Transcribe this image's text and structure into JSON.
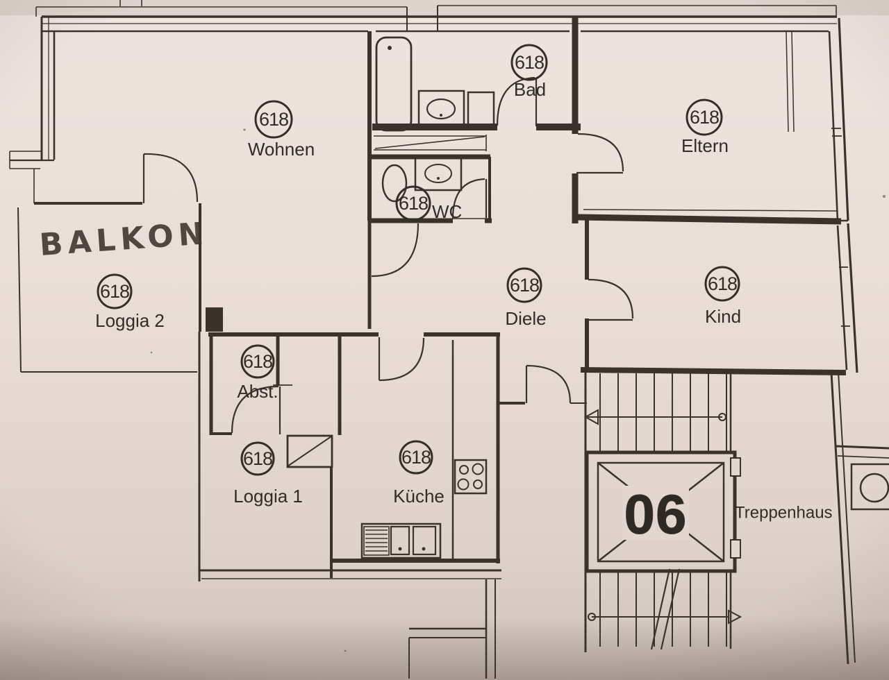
{
  "document": {
    "kind": "Scanned apartment floor plan",
    "unit_number": "618",
    "paper_color": "#e9ddd6",
    "ink_color": "#3a322b"
  },
  "rooms": [
    {
      "key": "wohnen",
      "number": "618",
      "label": "Wohnen"
    },
    {
      "key": "bad",
      "number": "618",
      "label": "Bad"
    },
    {
      "key": "eltern",
      "number": "618",
      "label": "Eltern"
    },
    {
      "key": "wc",
      "number": "618",
      "label": "WC"
    },
    {
      "key": "loggia2",
      "number": "618",
      "label": "Loggia 2"
    },
    {
      "key": "diele",
      "number": "618",
      "label": "Diele"
    },
    {
      "key": "kind",
      "number": "618",
      "label": "Kind"
    },
    {
      "key": "abst",
      "number": "618",
      "label": "Abst."
    },
    {
      "key": "loggia1",
      "number": "618",
      "label": "Loggia 1"
    },
    {
      "key": "kueche",
      "number": "618",
      "label": "Küche"
    }
  ],
  "annotations": {
    "balkon_handwritten": "BALKON"
  },
  "stairwell": {
    "label": "Treppenhaus",
    "shaft_number": "06"
  }
}
